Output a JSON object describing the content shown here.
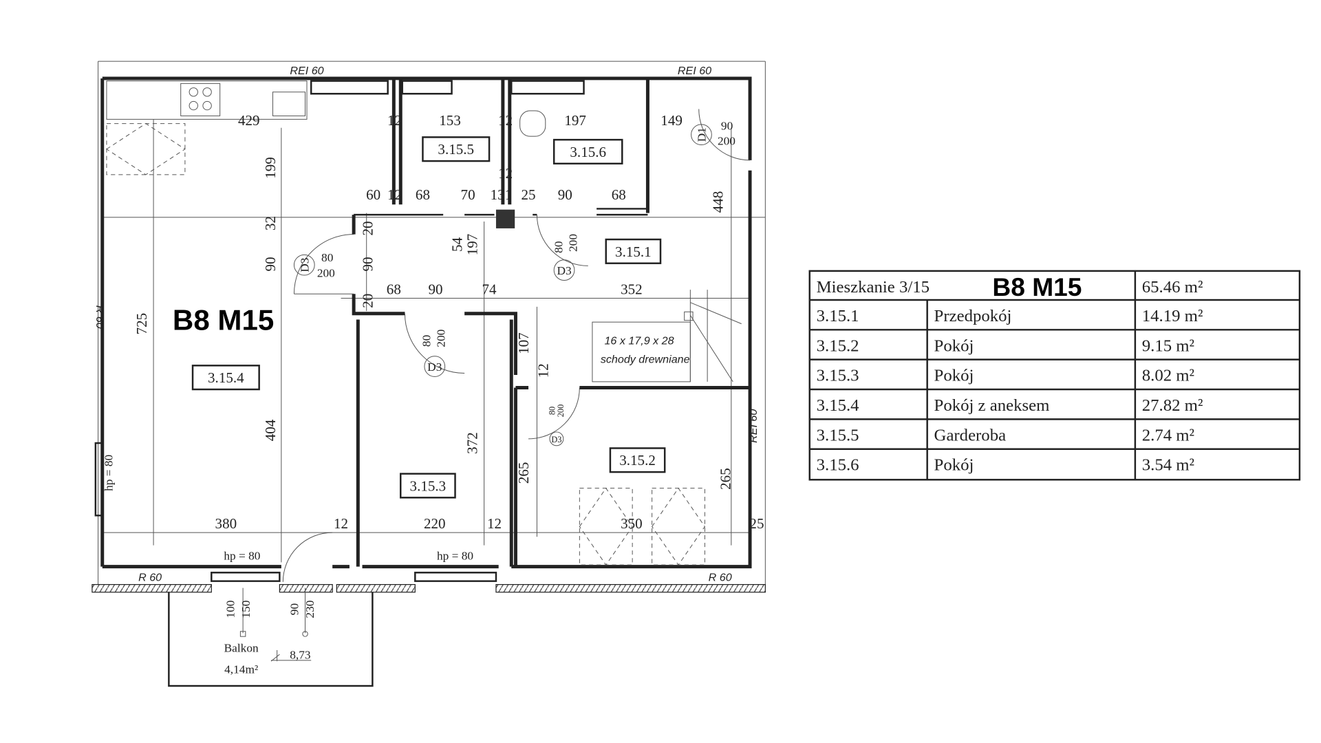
{
  "plan": {
    "title": "B8 M15",
    "wall_labels": [
      "REI 60",
      "REI 60",
      "REI 60",
      "R 60",
      "R 60",
      "R 60"
    ],
    "rooms": [
      "3.15.1",
      "3.15.2",
      "3.15.3",
      "3.15.4",
      "3.15.5",
      "3.15.6"
    ],
    "dims": [
      "429",
      "12",
      "153",
      "12",
      "197",
      "149",
      "199",
      "60",
      "12",
      "68",
      "70",
      "131",
      "25",
      "90",
      "68",
      "12",
      "448",
      "32",
      "90",
      "20",
      "90",
      "20",
      "54",
      "197",
      "68",
      "90",
      "74",
      "352",
      "725",
      "107",
      "12",
      "404",
      "372",
      "265",
      "265",
      "380",
      "12",
      "220",
      "12",
      "350",
      "25"
    ],
    "doors": [
      {
        "type": "D1",
        "w": "90",
        "h": "200"
      },
      {
        "type": "D3",
        "w": "80",
        "h": "200"
      },
      {
        "type": "D3",
        "w": "80",
        "h": "200"
      },
      {
        "type": "D3",
        "w": "80",
        "h": "200"
      },
      {
        "type": "D3",
        "w": "80",
        "h": "200"
      }
    ],
    "windows": [
      "hp = 80",
      "hp = 80",
      "hp = 80"
    ],
    "balcony_heights": [
      "100",
      "150",
      "90",
      "230"
    ],
    "stairs": {
      "spec": "16 x 17,9 x 28",
      "label": "schody drewniane"
    },
    "balcony": {
      "label": "Balkon",
      "area": "4,14m²",
      "level": "8,73"
    }
  },
  "table": {
    "header": {
      "label": "Mieszkanie 3/15",
      "code": "B8 M15",
      "area": "65.46 m²"
    },
    "rows": [
      {
        "id": "3.15.1",
        "name": "Przedpokój",
        "area": "14.19 m²"
      },
      {
        "id": "3.15.2",
        "name": "Pokój",
        "area": "9.15 m²"
      },
      {
        "id": "3.15.3",
        "name": "Pokój",
        "area": "8.02 m²"
      },
      {
        "id": "3.15.4",
        "name": "Pokój z aneksem",
        "area": "27.82 m²"
      },
      {
        "id": "3.15.5",
        "name": "Garderoba",
        "area": "2.74 m²"
      },
      {
        "id": "3.15.6",
        "name": "Pokój",
        "area": "3.54 m²"
      }
    ]
  }
}
